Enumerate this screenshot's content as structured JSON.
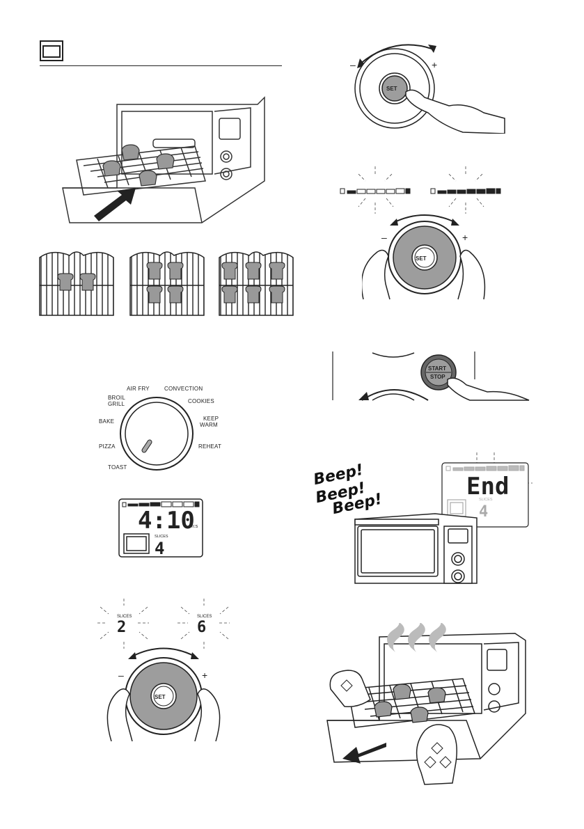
{
  "header": {
    "icon": "toast-oven-icon"
  },
  "dial_labels": {
    "air_fry": "AIR FRY",
    "convection": "CONVECTION",
    "broil": "BROIL",
    "grill": "GRILL",
    "cookies": "COOKIES",
    "bake": "BAKE",
    "keep": "KEEP",
    "warm": "WARM",
    "pizza": "PIZZA",
    "reheat": "REHEAT",
    "toast": "TOAST"
  },
  "lcd_main": {
    "time": "4:10",
    "unit": "m:s",
    "slices_label": "SLICES",
    "slices": "4"
  },
  "slice_options": [
    {
      "label": "SLICES",
      "value": "2"
    },
    {
      "label": "SLICES",
      "value": "6"
    }
  ],
  "set_label": "SET",
  "start_stop": {
    "line1": "START",
    "line2": "STOP"
  },
  "lcd_end": {
    "text": "End",
    "slices_label": "SLICES",
    "slices": "4"
  },
  "beep": [
    "Beep!",
    "Beep!",
    "Beep!"
  ],
  "plus": "+",
  "minus": "–",
  "rack_layouts": [
    2,
    4,
    6
  ]
}
